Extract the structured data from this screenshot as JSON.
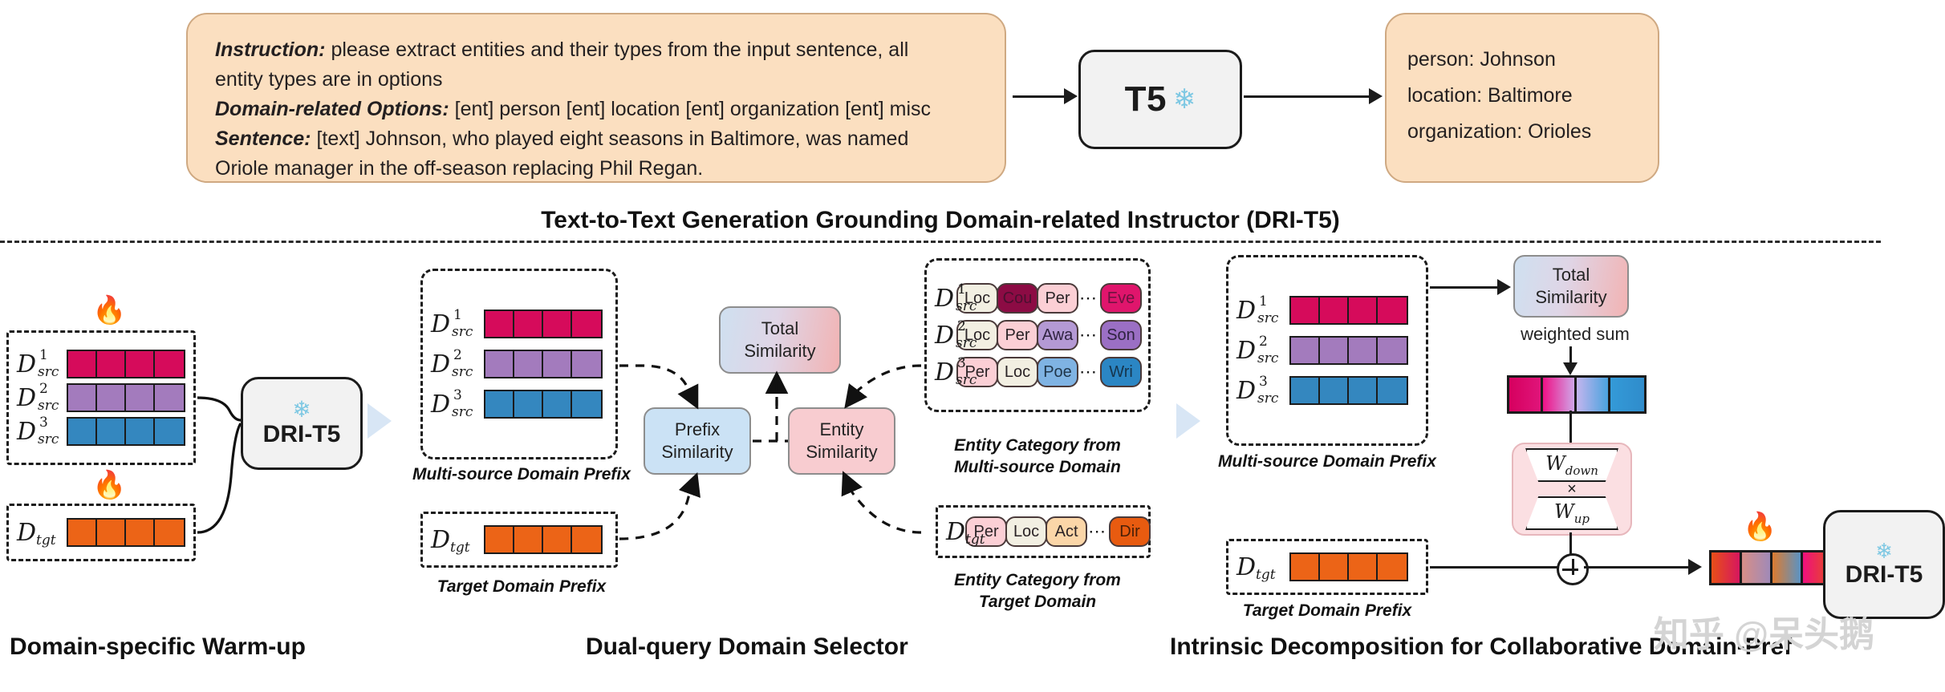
{
  "top": {
    "instruction_lines": [
      "Instruction: please extract entities and their types from the input sentence, all",
      "entity types are in options",
      "Domain-related Options: [ent] person [ent] location [ent] organization [ent] misc",
      "Sentence: [text] Johnson, who played eight seasons in Baltimore, was named",
      "Oriole manager in the off-season replacing Phil Regan."
    ],
    "instruction_bold_prefixes": [
      "Instruction:",
      "",
      "Domain-related Options:",
      "Sentence:",
      ""
    ],
    "model_label": "T5",
    "snowflake_icon": "❄",
    "output_lines": [
      "person: Johnson",
      "location: Baltimore",
      "organization: Orioles"
    ],
    "caption": "Text-to-Text Generation Grounding Domain-related Instructor (DRI-T5)"
  },
  "panel1": {
    "caption": "Domain-specific Warm-up",
    "flame_icon": "🔥",
    "src_rows": [
      {
        "label": "D",
        "sup": "1",
        "sub": "src",
        "color_name": "pink",
        "cells": 4
      },
      {
        "label": "D",
        "sup": "2",
        "sub": "src",
        "color_name": "purple",
        "cells": 4
      },
      {
        "label": "D",
        "sup": "3",
        "sub": "src",
        "color_name": "blue",
        "cells": 4
      }
    ],
    "tgt_row": {
      "label": "D",
      "sup": "",
      "sub": "tgt",
      "color_name": "orange",
      "cells": 4
    },
    "model_label": "DRI-T5",
    "snowflake_icon": "❄"
  },
  "panel2": {
    "caption": "Dual-query Domain Selector",
    "multi_source_caption": "Multi-source Domain Prefix",
    "target_caption": "Target Domain Prefix",
    "src_rows": [
      {
        "label": "D",
        "sup": "1",
        "sub": "src",
        "color_name": "pink",
        "cells": 4
      },
      {
        "label": "D",
        "sup": "2",
        "sub": "src",
        "color_name": "purple",
        "cells": 4
      },
      {
        "label": "D",
        "sup": "3",
        "sub": "src",
        "color_name": "blue",
        "cells": 4
      }
    ],
    "tgt_row": {
      "label": "D",
      "sup": "",
      "sub": "tgt",
      "color_name": "orange",
      "cells": 4
    },
    "total_similarity": "Total\nSimilarity",
    "total_similarity_l1": "Total",
    "total_similarity_l2": "Similarity",
    "prefix_similarity_l1": "Prefix",
    "prefix_similarity_l2": "Similarity",
    "entity_similarity_l1": "Entity",
    "entity_similarity_l2": "Similarity",
    "entity_src_caption_l1": "Entity Category from",
    "entity_src_caption_l2": "Multi-source Domain",
    "entity_tgt_caption_l1": "Entity Category from",
    "entity_tgt_caption_l2": "Target Domain",
    "entity_src_rows": [
      {
        "label": "D",
        "sup": "1",
        "sub": "src",
        "chips": [
          {
            "text": "Loc",
            "bg": "#f2efe2",
            "fg": "#3a3a3a"
          },
          {
            "text": "Cou",
            "bg": "#8c0b44",
            "fg": "#4a1030"
          },
          {
            "text": "Per",
            "bg": "#fbcfd5",
            "fg": "#3a3a3a"
          }
        ],
        "dots": "⋯",
        "last_chip": {
          "text": "Eve",
          "bg": "#e0156c",
          "fg": "#6d1340"
        }
      },
      {
        "label": "D",
        "sup": "2",
        "sub": "src",
        "chips": [
          {
            "text": "Loc",
            "bg": "#f2efe2",
            "fg": "#3a3a3a"
          },
          {
            "text": "Per",
            "bg": "#fbcfd5",
            "fg": "#3a3a3a"
          },
          {
            "text": "Awa",
            "bg": "#b499d4",
            "fg": "#2f2340"
          }
        ],
        "dots": "⋯",
        "last_chip": {
          "text": "Son",
          "bg": "#9b6fc4",
          "fg": "#2f2340"
        }
      },
      {
        "label": "D",
        "sup": "3",
        "sub": "src",
        "chips": [
          {
            "text": "Per",
            "bg": "#fbcfd5",
            "fg": "#3a3a3a"
          },
          {
            "text": "Loc",
            "bg": "#f2efe2",
            "fg": "#3a3a3a"
          },
          {
            "text": "Poe",
            "bg": "#7fb3e3",
            "fg": "#20364a"
          }
        ],
        "dots": "⋯",
        "last_chip": {
          "text": "Wri",
          "bg": "#2b86c4",
          "fg": "#16354d"
        }
      }
    ],
    "entity_tgt_row": {
      "label": "D",
      "sup": "",
      "sub": "tgt",
      "chips": [
        {
          "text": "Per",
          "bg": "#fbcfd5",
          "fg": "#3a3a3a"
        },
        {
          "text": "Loc",
          "bg": "#f2efe2",
          "fg": "#3a3a3a"
        },
        {
          "text": "Act",
          "bg": "#fbd6a8",
          "fg": "#3a3a3a"
        }
      ],
      "dots": "⋯",
      "last_chip": {
        "text": "Dir",
        "bg": "#e85b10",
        "fg": "#4a2008"
      }
    }
  },
  "panel3": {
    "caption": "Intrinsic Decomposition for Collaborative Domain-Pref",
    "multi_source_caption": "Multi-source Domain Prefix",
    "target_caption": "Target Domain Prefix",
    "src_rows": [
      {
        "label": "D",
        "sup": "1",
        "sub": "src",
        "color_name": "pink",
        "cells": 4
      },
      {
        "label": "D",
        "sup": "2",
        "sub": "src",
        "color_name": "purple",
        "cells": 4
      },
      {
        "label": "D",
        "sup": "3",
        "sub": "src",
        "color_name": "blue",
        "cells": 4
      }
    ],
    "tgt_row": {
      "label": "D",
      "sup": "",
      "sub": "tgt",
      "color_name": "orange",
      "cells": 4
    },
    "total_similarity_l1": "Total",
    "total_similarity_l2": "Similarity",
    "weighted_sum_label": "weighted sum",
    "w_down": "W",
    "w_down_sub": "down",
    "w_up": "W",
    "w_up_sub": "up",
    "times_symbol": "×",
    "plus_symbol": "⊕",
    "flame_icon": "🔥",
    "model_label": "DRI-T5",
    "snowflake_icon": "❄"
  },
  "watermark": "知乎 @呆头鹅",
  "colors": {
    "pink": "#d60b5b",
    "purple": "#a37bbd",
    "blue": "#3487bf",
    "orange": "#ec6417",
    "instruction_bg": "#fbdfc0",
    "model_bg": "#f2f2f2",
    "prefix_sim_bg": "#cbe2f5",
    "entity_sim_bg": "#f8ccd0"
  }
}
